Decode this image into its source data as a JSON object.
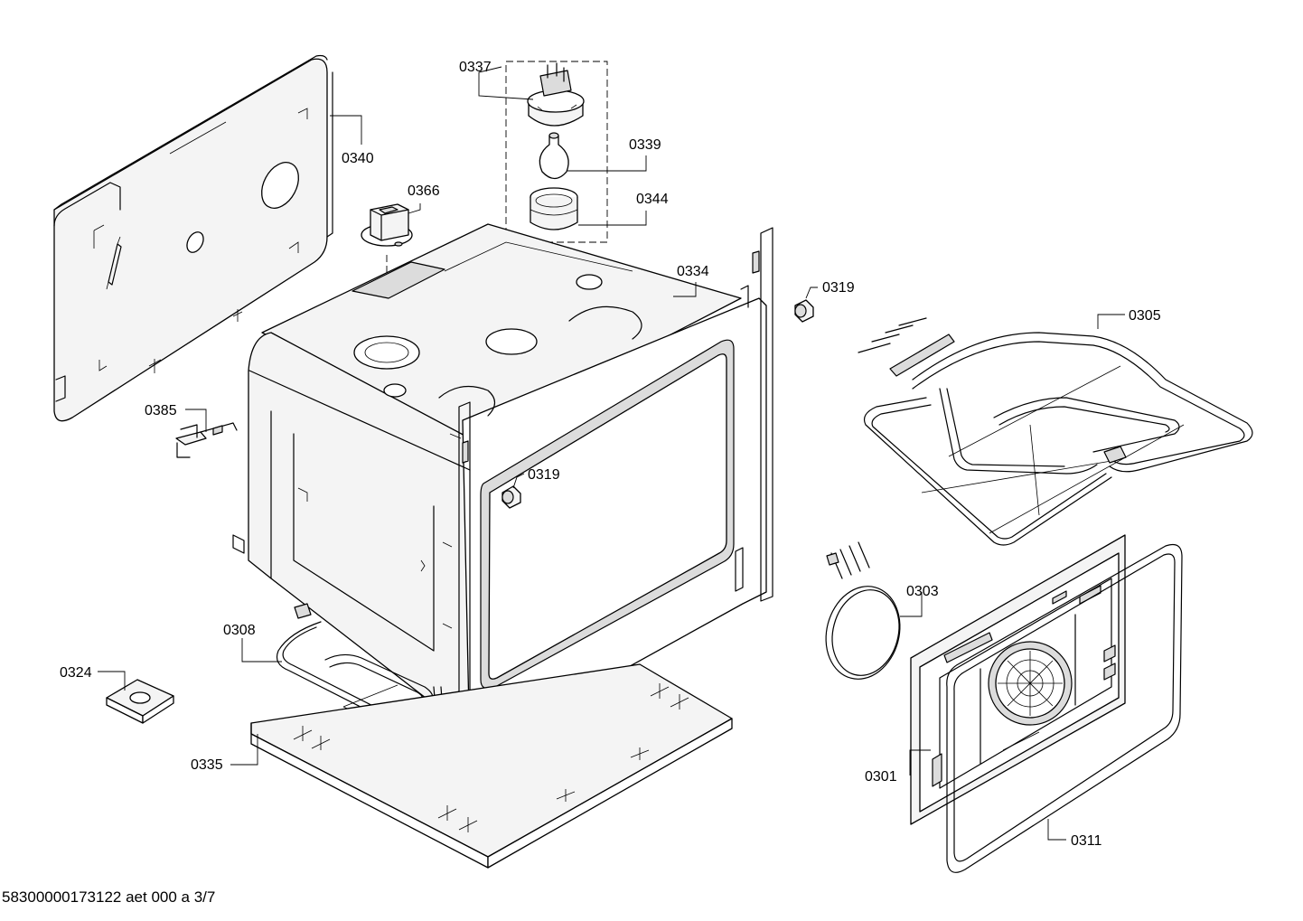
{
  "diagram": {
    "callouts": {
      "c0337": "0337",
      "c0339": "0339",
      "c0344": "0344",
      "c0340": "0340",
      "c0366": "0366",
      "c0334": "0334",
      "c0319a": "0319",
      "c0319b": "0319",
      "c0305": "0305",
      "c0385": "0385",
      "c0303": "0303",
      "c0308": "0308",
      "c0324": "0324",
      "c0335": "0335",
      "c0301": "0301",
      "c0311": "0311"
    },
    "footer": "58300000173122 aet 000 a 3/7"
  }
}
